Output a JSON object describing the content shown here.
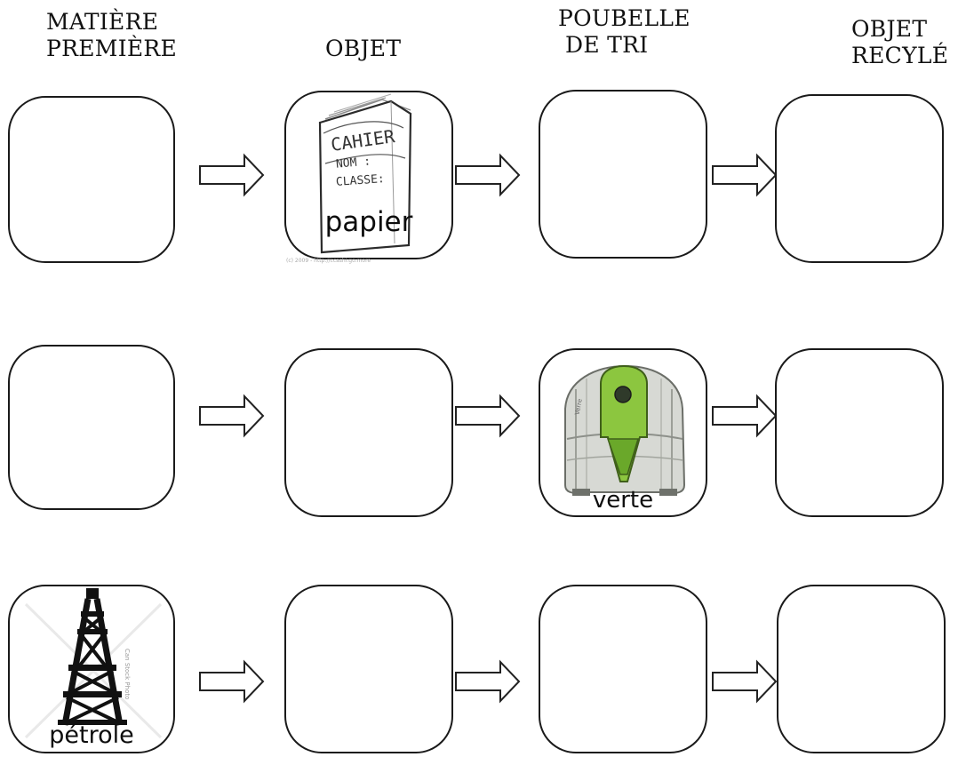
{
  "headers": {
    "raw_material": [
      "MATIÈRE",
      "PREMIÈRE"
    ],
    "object": [
      "OBJET"
    ],
    "bin": [
      "POUBELLE",
      "DE TRI"
    ],
    "recycled": [
      "OBJET",
      "RECYLÉ"
    ]
  },
  "images": {
    "notebook": {
      "title": "CAHIER",
      "line1": "NOM :",
      "line2": "CLASSE:",
      "caption": "papier",
      "credit": "(c) 2009 - http://ccashi.go.more"
    },
    "bin": {
      "caption": "verte",
      "label": "Verre"
    },
    "oil": {
      "caption": "pétrole",
      "watermark": "Can Stock Photo"
    }
  }
}
